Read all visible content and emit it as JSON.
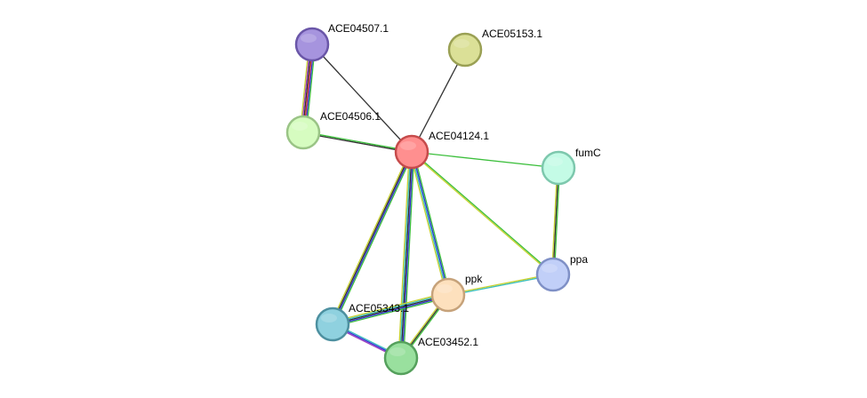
{
  "network": {
    "nodes": [
      {
        "id": "ACE04124.1",
        "label": "ACE04124.1",
        "fill": "#ff8f8f",
        "stroke": "#c64b4b"
      },
      {
        "id": "ACE04507.1",
        "label": "ACE04507.1",
        "fill": "#a694de",
        "stroke": "#6a56a8"
      },
      {
        "id": "ACE05153.1",
        "label": "ACE05153.1",
        "fill": "#dbe097",
        "stroke": "#9aa054"
      },
      {
        "id": "ACE04506.1",
        "label": "ACE04506.1",
        "fill": "#d6fcc0",
        "stroke": "#9ac486"
      },
      {
        "id": "fumC",
        "label": "fumC",
        "fill": "#c4fbe6",
        "stroke": "#7dc8ad"
      },
      {
        "id": "ppa",
        "label": "ppa",
        "fill": "#c1cff8",
        "stroke": "#7f90c6"
      },
      {
        "id": "ppk",
        "label": "ppk",
        "fill": "#fde0bd",
        "stroke": "#c6a27a"
      },
      {
        "id": "ACE05343.1",
        "label": "ACE05343.1",
        "fill": "#8fd1df",
        "stroke": "#4d90a0"
      },
      {
        "id": "ACE03452.1",
        "label": "ACE03452.1",
        "fill": "#99e09e",
        "stroke": "#55a05c"
      }
    ],
    "edges": [
      {
        "source": "ACE04124.1",
        "target": "ACE04507.1",
        "colors": [
          "#333333"
        ]
      },
      {
        "source": "ACE04124.1",
        "target": "ACE05153.1",
        "colors": [
          "#333333"
        ]
      },
      {
        "source": "ACE04124.1",
        "target": "ACE04506.1",
        "colors": [
          "#333333",
          "#3cbf3c"
        ]
      },
      {
        "source": "ACE04124.1",
        "target": "fumC",
        "colors": [
          "#3cbf3c"
        ]
      },
      {
        "source": "ACE04124.1",
        "target": "ppa",
        "colors": [
          "#3cbf3c",
          "#c8d232"
        ]
      },
      {
        "source": "ACE04124.1",
        "target": "ppk",
        "colors": [
          "#3cbf3c",
          "#3232d2",
          "#3cbfbf",
          "#c8d232"
        ]
      },
      {
        "source": "ACE04124.1",
        "target": "ACE05343.1",
        "colors": [
          "#3cbf3c",
          "#3232d2",
          "#333333",
          "#c8d232"
        ]
      },
      {
        "source": "ACE04124.1",
        "target": "ACE03452.1",
        "colors": [
          "#3cbf3c",
          "#3232d2",
          "#333333",
          "#3cbfbf",
          "#c8d232"
        ]
      },
      {
        "source": "ACE04507.1",
        "target": "ACE04506.1",
        "colors": [
          "#3cbf3c",
          "#3232d2",
          "#d23232",
          "#333333",
          "#9c3cbf",
          "#c8d232"
        ]
      },
      {
        "source": "fumC",
        "target": "ppa",
        "colors": [
          "#3cbf3c",
          "#333333",
          "#c8d232"
        ]
      },
      {
        "source": "ppa",
        "target": "ppk",
        "colors": [
          "#3cbfbf",
          "#c8d232"
        ]
      },
      {
        "source": "ppk",
        "target": "ACE05343.1",
        "colors": [
          "#3cbf3c",
          "#3232d2",
          "#333333",
          "#3cbfbf",
          "#c8d232"
        ]
      },
      {
        "source": "ppk",
        "target": "ACE03452.1",
        "colors": [
          "#3cbf3c",
          "#333333",
          "#c8d232"
        ]
      },
      {
        "source": "ACE05343.1",
        "target": "ACE03452.1",
        "colors": [
          "#3cbfbf",
          "#3232d2",
          "#9c3cbf"
        ]
      }
    ]
  }
}
